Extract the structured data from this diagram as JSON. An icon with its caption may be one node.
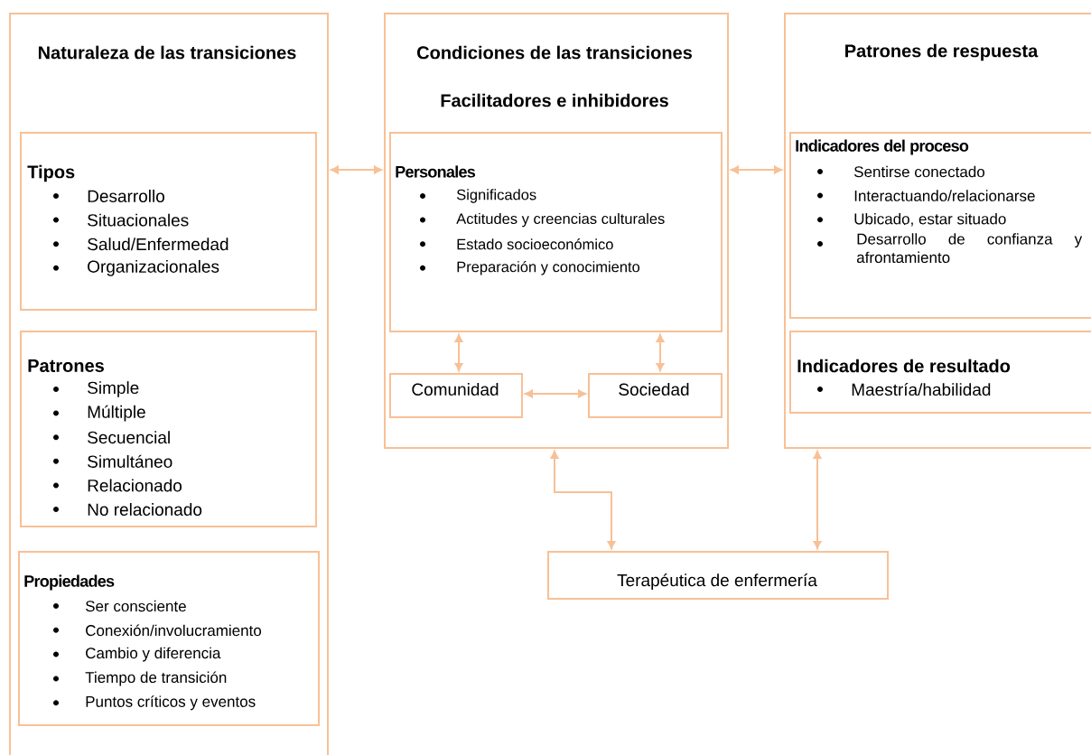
{
  "diagram": {
    "nodes": [
      {
        "text": [
          "Naturaleza de las transiciones"
        ]
      },
      {
        "text": [
          "Tipos",
          "Desarrollo",
          "Situacionales",
          "Salud/Enfermedad",
          "Organizacionales"
        ],
        "in": 0
      },
      {
        "text": [
          "Patrones",
          "Simple",
          "Múltiple",
          "Secuencial",
          "Simultáneo",
          "Relacionado",
          "No relacionado"
        ],
        "in": 0
      },
      {
        "text": [
          "Propiedades",
          "Ser consciente",
          "Conexión/involucramiento",
          "Cambio y diferencia",
          "Tiempo de transición",
          "Puntos críticos y eventos"
        ],
        "in": 0
      },
      {
        "text": [
          "Condiciones de las transiciones",
          "Facilitadores e inhibidores"
        ]
      },
      {
        "text": [
          "Personales",
          "Significados",
          "Actitudes y creencias culturales",
          "Estado socioeconómico",
          "Preparación y conocimiento"
        ],
        "in": 4
      },
      {
        "text": [
          "Comunidad"
        ],
        "in": 4
      },
      {
        "text": [
          "Sociedad"
        ],
        "in": 4
      },
      {
        "text": [
          "Patrones de respuesta"
        ]
      },
      {
        "text": [
          "Indicadores del proceso",
          "Sentirse conectado",
          "Interactuando/relacionarse",
          "Ubicado, estar situado",
          "Desarrollo de confianza y afrontamiento"
        ],
        "in": 8
      },
      {
        "text": [
          "Indicadores de resultado",
          "Maestría/habilidad"
        ],
        "in": 8
      },
      {
        "text": [
          "Terapéutica de enfermería"
        ]
      }
    ],
    "edges": [
      {
        "from": 0,
        "to": 4,
        "arrow": "both"
      },
      {
        "from": 4,
        "to": 8,
        "arrow": "both"
      },
      {
        "from": 5,
        "to": 6,
        "arrow": "both"
      },
      {
        "from": 5,
        "to": 7,
        "arrow": "both"
      },
      {
        "from": 6,
        "to": 7,
        "arrow": "both"
      },
      {
        "from": 11,
        "to": 4,
        "arrow": "both"
      },
      {
        "from": 11,
        "to": 8,
        "arrow": "both"
      }
    ]
  }
}
